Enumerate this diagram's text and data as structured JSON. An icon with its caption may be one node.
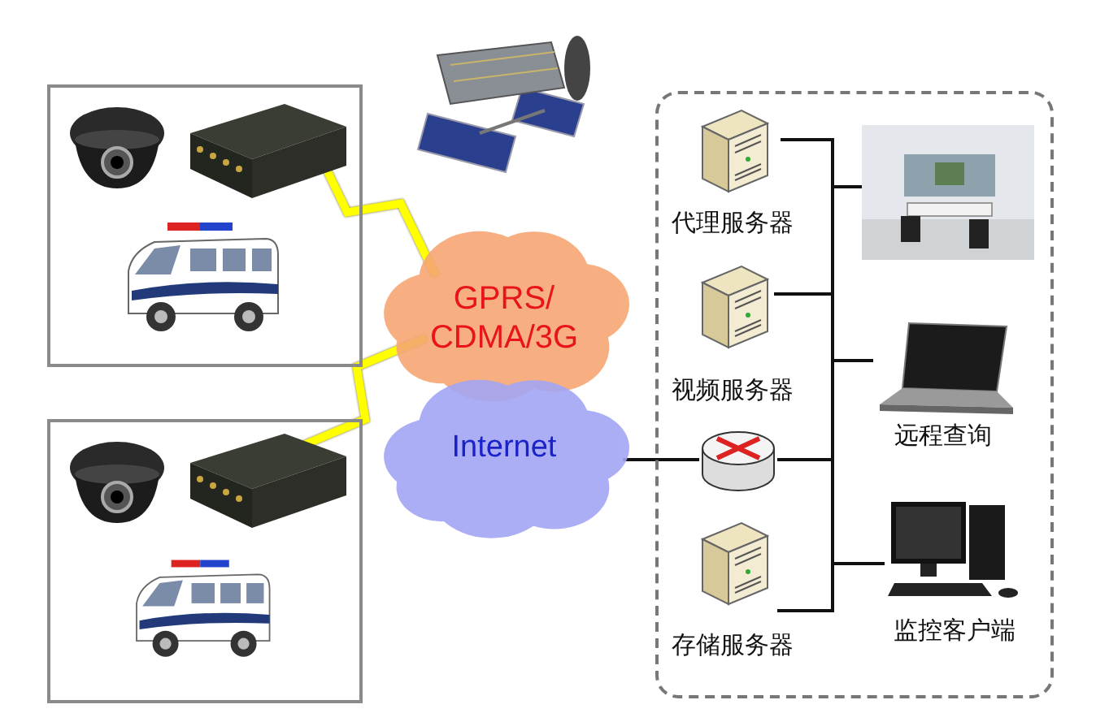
{
  "diagram": {
    "nodes": [
      {
        "text": [],
        "shape": "box"
      },
      {
        "text": [],
        "shape": "picture",
        "in": 0
      },
      {
        "text": [],
        "shape": "picture",
        "in": 0
      },
      {
        "text": [],
        "shape": "picture",
        "in": 0
      },
      {
        "text": [],
        "shape": "box"
      },
      {
        "text": [],
        "shape": "picture",
        "in": 4
      },
      {
        "text": [],
        "shape": "picture",
        "in": 4
      },
      {
        "text": [],
        "shape": "picture",
        "in": 4
      },
      {
        "text": [
          "GPRS/ CDMA/3G"
        ]
      },
      {
        "text": [
          "Internet"
        ]
      },
      {
        "text": [],
        "shape": "box"
      },
      {
        "text": [
          "代理服务器"
        ],
        "in": 10
      },
      {
        "text": [
          "视频服务器"
        ],
        "in": 10
      },
      {
        "text": [],
        "shape": "cylinder",
        "in": 10
      },
      {
        "text": [
          "存储服务器"
        ],
        "in": 10
      },
      {
        "text": [],
        "shape": "picture",
        "in": 10
      },
      {
        "text": [
          "远程查询"
        ],
        "in": 10
      },
      {
        "text": [
          "监控客户端"
        ],
        "in": 10
      }
    ],
    "edges": [
      {
        "from": 2,
        "to": 8,
        "arrow": "none",
        "style": "thick",
        "color": "#ffff00"
      },
      {
        "from": 6,
        "to": 8,
        "arrow": "none",
        "style": "thick",
        "color": "#ffff00"
      },
      {
        "from": 9,
        "to": 13,
        "arrow": "none"
      },
      {
        "from": 11,
        "to": 15,
        "arrow": "none"
      },
      {
        "from": 11,
        "to": 16,
        "arrow": "none"
      },
      {
        "from": 11,
        "to": 17,
        "arrow": "none"
      },
      {
        "from": 12,
        "to": 15,
        "arrow": "none"
      },
      {
        "from": 12,
        "to": 16,
        "arrow": "none"
      },
      {
        "from": 12,
        "to": 17,
        "arrow": "none"
      },
      {
        "from": 13,
        "to": 15,
        "arrow": "none"
      },
      {
        "from": 13,
        "to": 16,
        "arrow": "none"
      },
      {
        "from": 13,
        "to": 17,
        "arrow": "none"
      },
      {
        "from": 14,
        "to": 15,
        "arrow": "none"
      },
      {
        "from": 14,
        "to": 16,
        "arrow": "none"
      },
      {
        "from": 14,
        "to": 17,
        "arrow": "none"
      }
    ]
  }
}
